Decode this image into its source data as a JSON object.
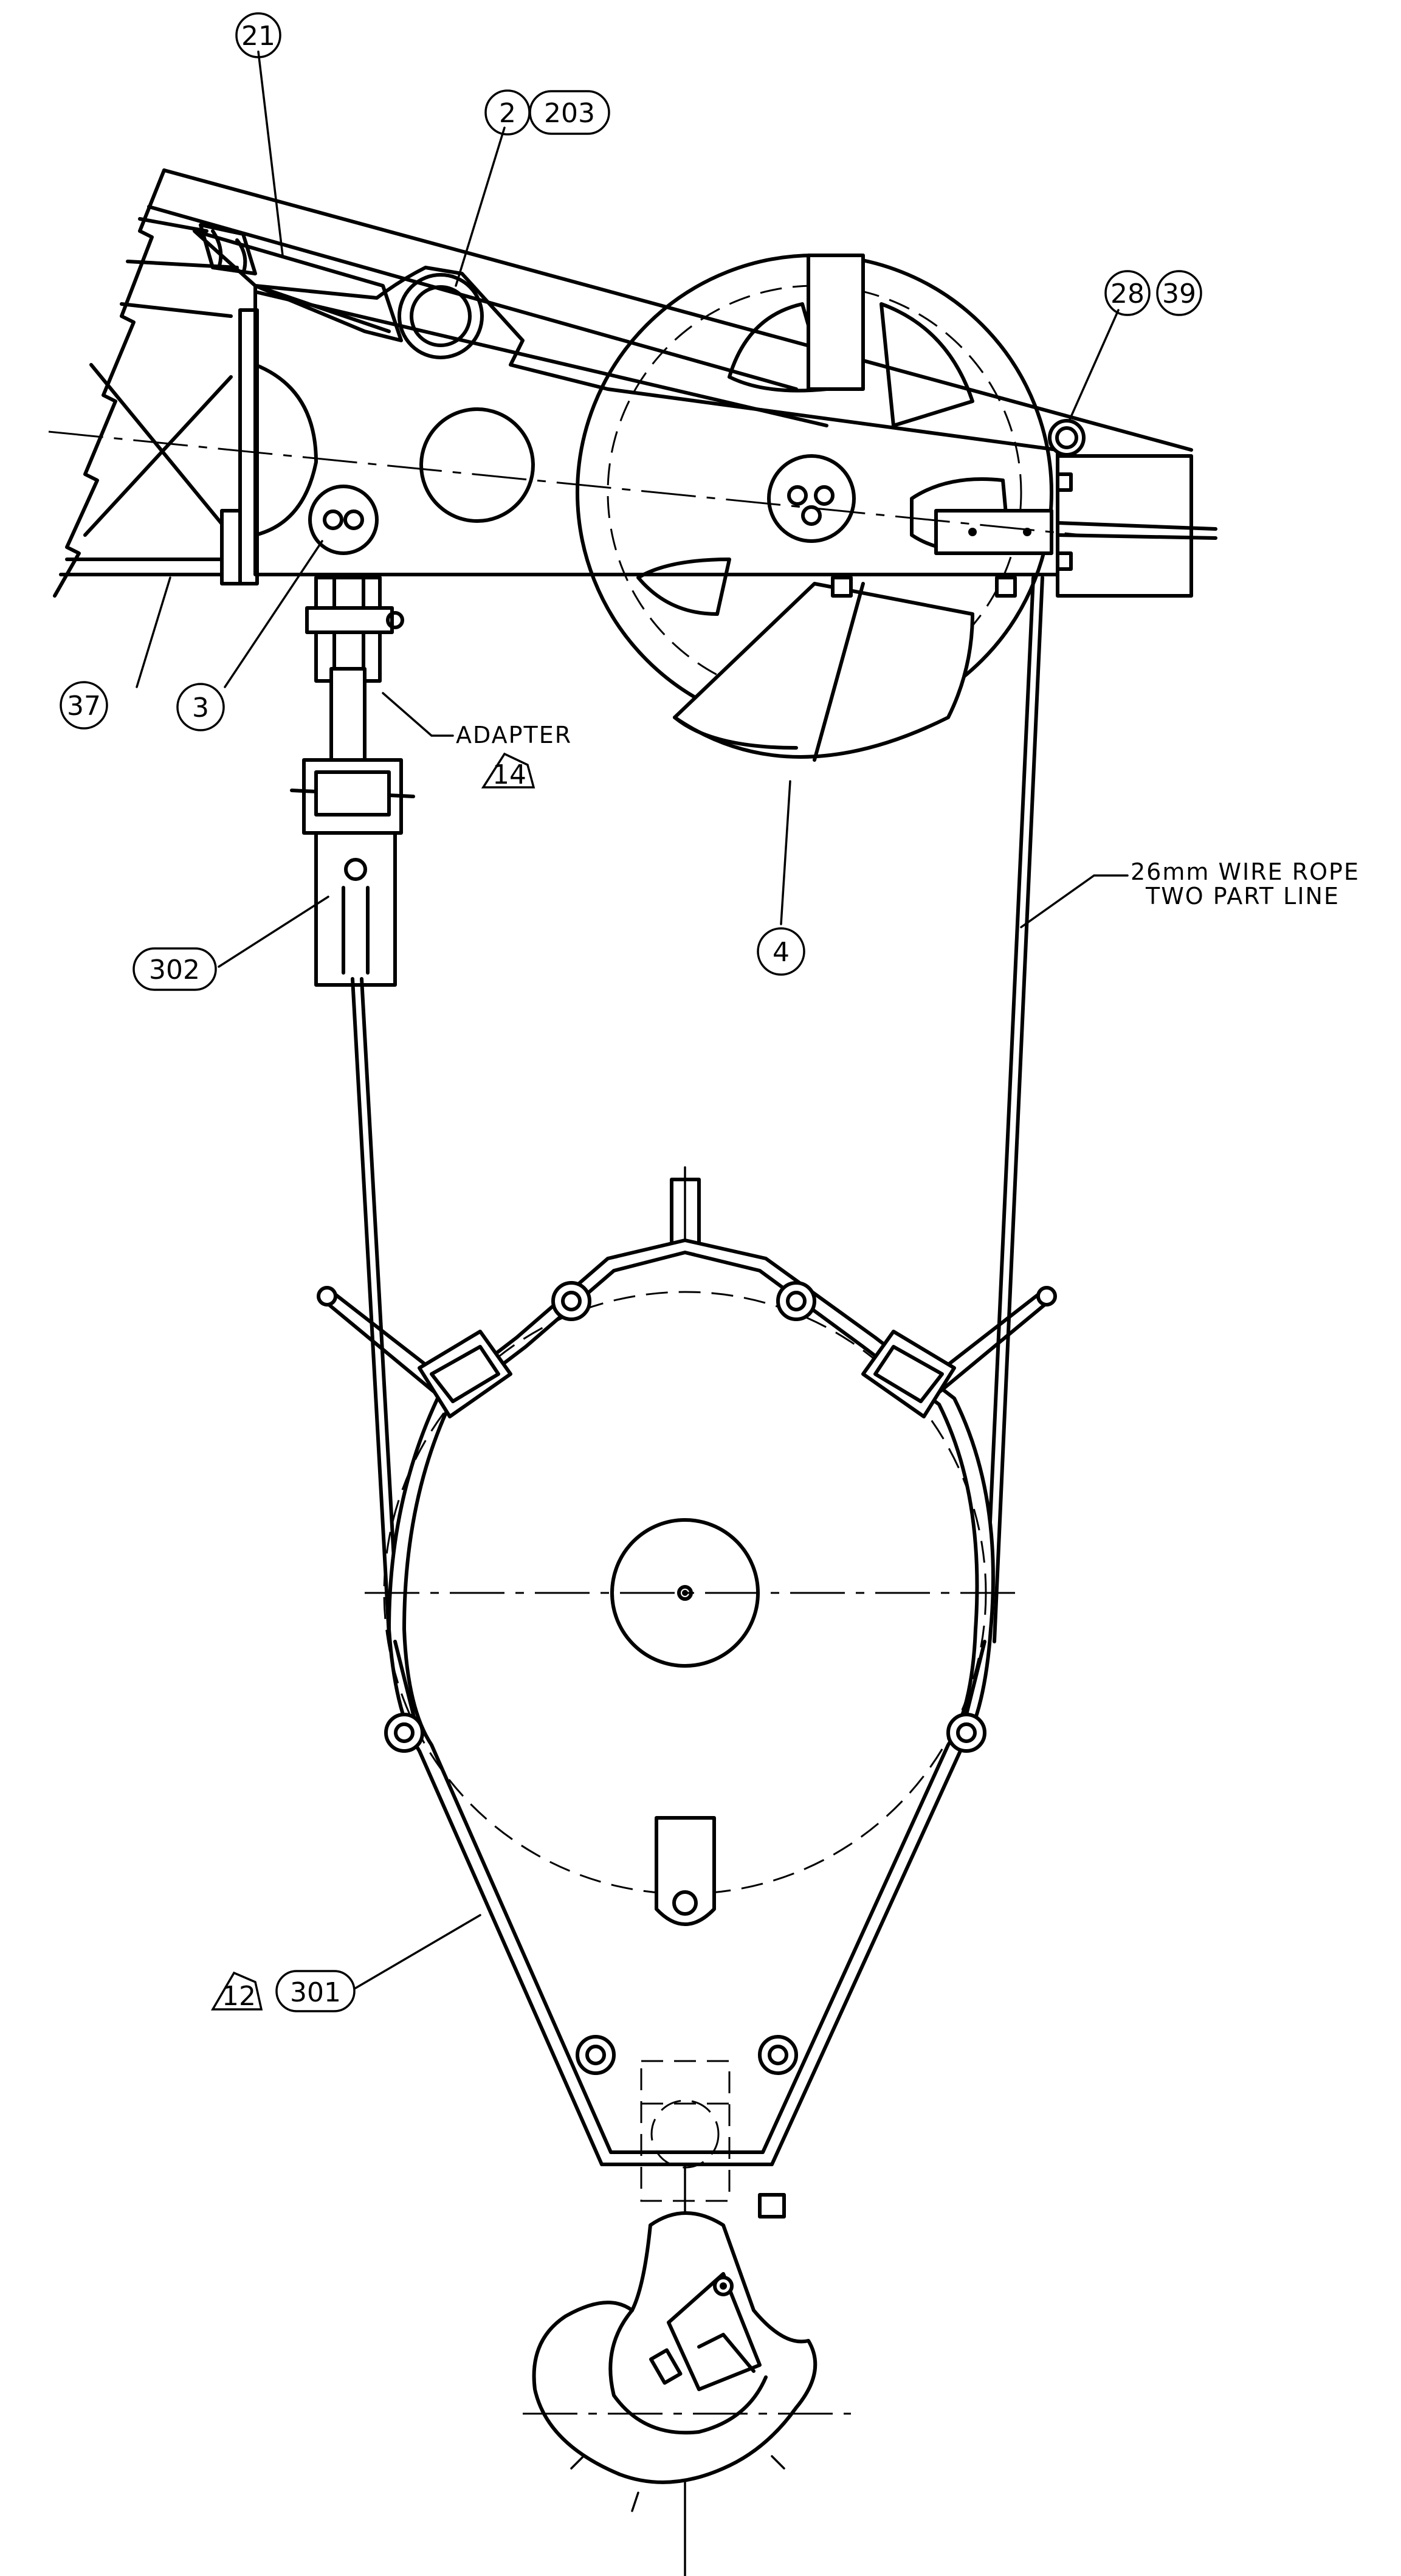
{
  "callouts": {
    "c21": "21",
    "c2": "2",
    "c203": "203",
    "c28": "28",
    "c39": "39",
    "c37": "37",
    "c3": "3",
    "c4": "4",
    "c302": "302",
    "c12": "12",
    "c301": "301",
    "c14": "14"
  },
  "notes": {
    "adapter": "ADAPTER",
    "rope_line1": "26mm WIRE ROPE",
    "rope_line2": "TWO PART LINE"
  }
}
